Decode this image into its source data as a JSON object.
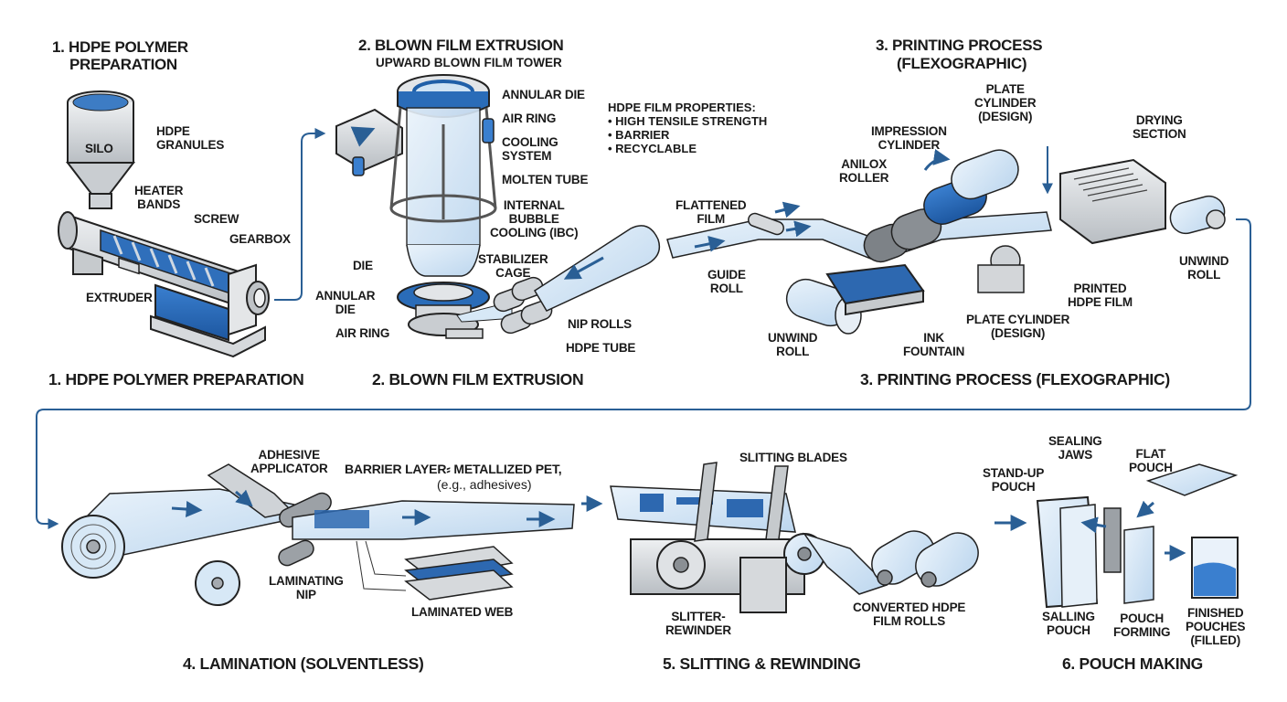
{
  "colors": {
    "accent_blue": "#1f5fa8",
    "film_blue": "#d7e8f6",
    "machine_gray": "#d3d6d9",
    "outline": "#222222",
    "arrow_blue": "#2a5f95"
  },
  "stages": [
    {
      "id": "stage-1",
      "title_lines": [
        "1. HDPE POLYMER",
        "PREPARATION"
      ],
      "caption": "1. HDPE POLYMER PREPARATION",
      "labels": {
        "silo": "SILO",
        "granules": "HDPE\nGRANULES",
        "heater_bands": "HEATER\nBANDS",
        "screw": "SCREW",
        "gearbox": "GEARBOX",
        "extruder": "EXTRUDER"
      }
    },
    {
      "id": "stage-2",
      "title": "2. BLOWN FILM EXTRUSION",
      "subtitle": "UPWARD BLOWN FILM TOWER",
      "caption": "2. BLOWN FILM EXTRUSION",
      "labels": {
        "annular_die_top": "ANNULAR DIE",
        "air_ring_top": "AIR RING",
        "cooling_system": "COOLING\nSYSTEM",
        "molten_tube": "MOLTEN TUBE",
        "ibc": "INTERNAL\nBUBBLE\nCOOLING (IBC)",
        "die": "DIE",
        "annular_die": "ANNULAR\nDIE",
        "air_ring": "AIR RING",
        "stabilizer_cage": "STABILIZER\nCAGE",
        "nip_rolls": "NIP ROLLS",
        "hdpe_tube": "HDPE TUBE"
      }
    },
    {
      "id": "stage-3",
      "title_lines": [
        "3. PRINTING PROCESS",
        "(FLEXOGRAPHIC)"
      ],
      "caption": "3. PRINTING PROCESS (FLEXOGRAPHIC)",
      "labels": {
        "flattened_film": "FLATTENED\nFILM",
        "guide_roll": "GUIDE\nROLL",
        "anilox_roller": "ANILOX\nROLLER",
        "impression_cylinder": "IMPRESSION\nCYLINDER",
        "plate_cylinder_top": "PLATE\nCYLINDER\n(DESIGN)",
        "drying_section": "DRYING\nSECTION",
        "unwind_roll_left": "UNWIND\nROLL",
        "ink_fountain": "INK\nFOUNTAIN",
        "plate_cylinder_bottom": "PLATE CYLINDER\n(DESIGN)",
        "printed_film": "PRINTED\nHDPE FILM",
        "unwind_roll_right": "UNWIND\nROLL"
      }
    },
    {
      "id": "stage-4",
      "caption": "4. LAMINATION (SOLVENTLESS)",
      "labels": {
        "adhesive_applicator": "ADHESIVE\nAPPLICATOR",
        "barrier_layer": "BARRIER LAYER⸗ METALLIZED PET,",
        "barrier_note": "(e.g., adhesives)",
        "laminating_nip": "LAMINATING\nNIP",
        "laminated_web": "LAMINATED WEB"
      }
    },
    {
      "id": "stage-5",
      "caption": "5. SLITTING & REWINDING",
      "labels": {
        "slitting_blades": "SLITTING BLADES",
        "slitter_rewinder": "SLITTER-\nREWINDER",
        "converted_rolls": "CONVERTED HDPE\nFILM ROLLS"
      }
    },
    {
      "id": "stage-6",
      "caption": "6. POUCH MAKING",
      "labels": {
        "sealing_jaws": "SEALING\nJAWS",
        "flat_pouch": "FLAT\nPOUCH",
        "standup_pouch": "STAND-UP\nPOUCH",
        "salling_pouch": "SALLING\nPOUCH",
        "pouch_forming": "POUCH\nFORMING",
        "finished_pouches": "FINISHED\nPOUCHES\n(FILLED)"
      }
    }
  ],
  "film_properties": {
    "heading": "HDPE FILM PROPERTIES:",
    "items": [
      "• HIGH TENSILE STRENGTH",
      "• BARRIER",
      "• RECYCLABLE"
    ]
  }
}
